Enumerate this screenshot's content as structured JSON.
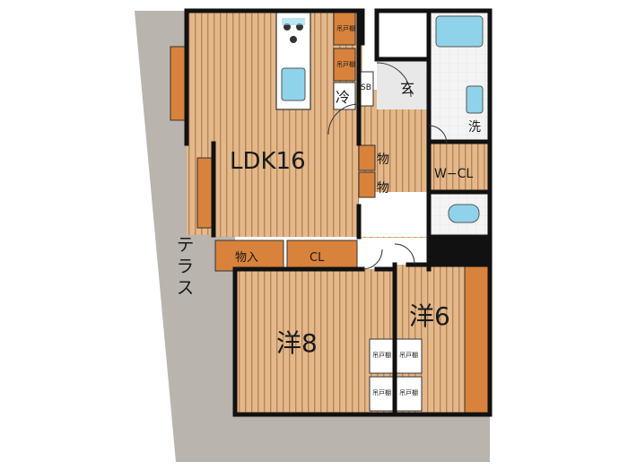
{
  "rooms": {
    "ldk": "LDK16",
    "western_8": "洋8",
    "western_6": "洋6",
    "entrance": "玄",
    "walk_in_closet": "W−CL",
    "terrace": "テラス",
    "fridge": "冷",
    "shoe_box": "SB",
    "laundry": "洗",
    "storage": "物",
    "storage_in": "物入",
    "closet": "CL",
    "hanging_cabinet": "吊戸棚"
  },
  "colors": {
    "floor_wood": "#e3b88a",
    "floor_grain": "#b98555",
    "terrace": "#b9b4ae",
    "wall": "#111111",
    "storage_orange": "#d8823b",
    "wet_area": "#f2f2f2",
    "fixture_blue": "#8fd3ea"
  }
}
